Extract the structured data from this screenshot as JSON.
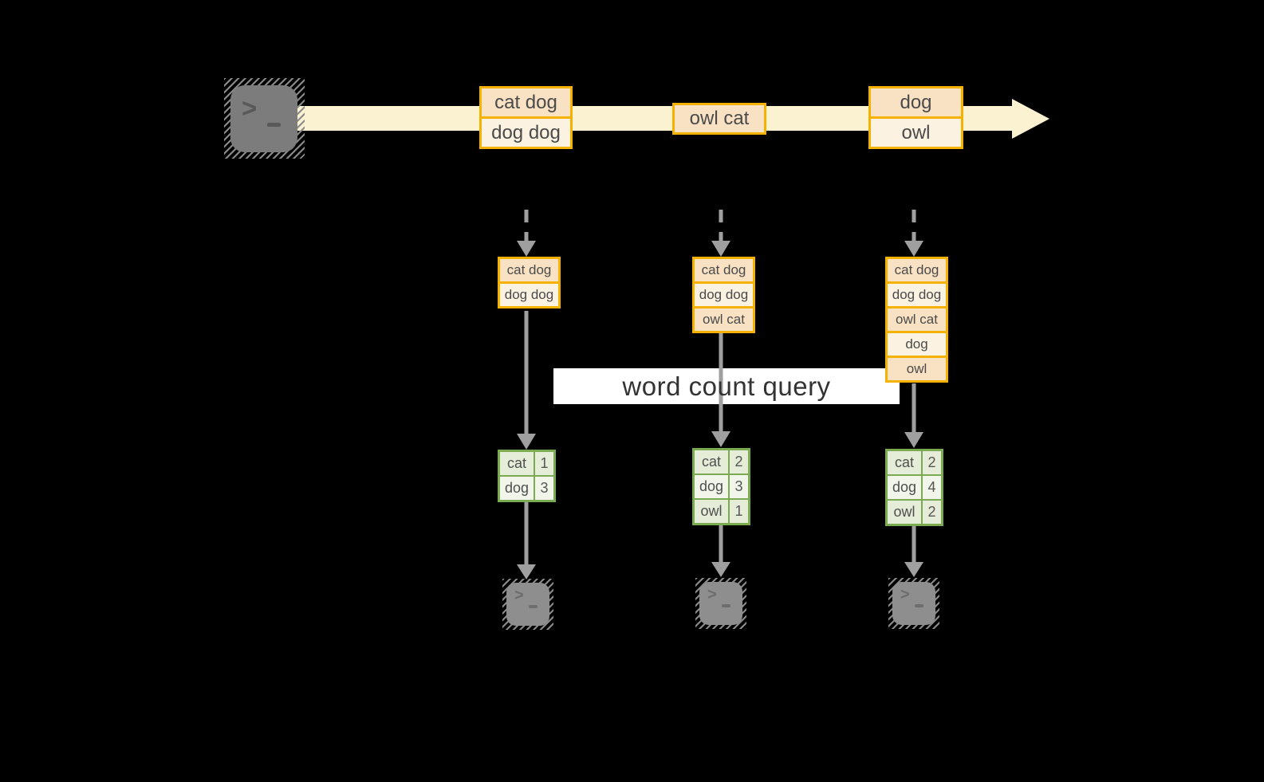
{
  "colors": {
    "background": "#000000",
    "accent_orange": "#f5b201",
    "record_peach": "#f9e2c4",
    "record_cream": "#fcf2e2",
    "stream_band": "#fbf2d1",
    "green_border": "#7aab50",
    "green_row_light": "#e5edd8",
    "green_row_lighter": "#f2f6ea",
    "arrow_gray": "#9f9f9f",
    "terminal_gray": "#7c7c7c",
    "query_box": "#ffffff",
    "text_dark": "#4a4a4a"
  },
  "source_terminal": {
    "icon": "terminal-prompt-icon"
  },
  "stream": {
    "batches": [
      {
        "records": [
          "cat dog",
          "dog dog"
        ]
      },
      {
        "records": [
          "owl cat"
        ]
      },
      {
        "records": [
          "dog",
          "owl"
        ]
      }
    ]
  },
  "micro_batch_inputs": [
    {
      "records": [
        "cat dog",
        "dog dog"
      ]
    },
    {
      "records": [
        "cat dog",
        "dog dog",
        "owl cat"
      ]
    },
    {
      "records": [
        "cat dog",
        "dog dog",
        "owl cat",
        "dog",
        "owl"
      ]
    }
  ],
  "query": {
    "label": "word count query"
  },
  "results": [
    {
      "rows": [
        {
          "word": "cat",
          "count": "1"
        },
        {
          "word": "dog",
          "count": "3"
        }
      ]
    },
    {
      "rows": [
        {
          "word": "cat",
          "count": "2"
        },
        {
          "word": "dog",
          "count": "3"
        },
        {
          "word": "owl",
          "count": "1"
        }
      ]
    },
    {
      "rows": [
        {
          "word": "cat",
          "count": "2"
        },
        {
          "word": "dog",
          "count": "4"
        },
        {
          "word": "owl",
          "count": "2"
        }
      ]
    }
  ],
  "sink_terminals": [
    {
      "icon": "terminal-prompt-icon"
    },
    {
      "icon": "terminal-prompt-icon"
    },
    {
      "icon": "terminal-prompt-icon"
    }
  ]
}
